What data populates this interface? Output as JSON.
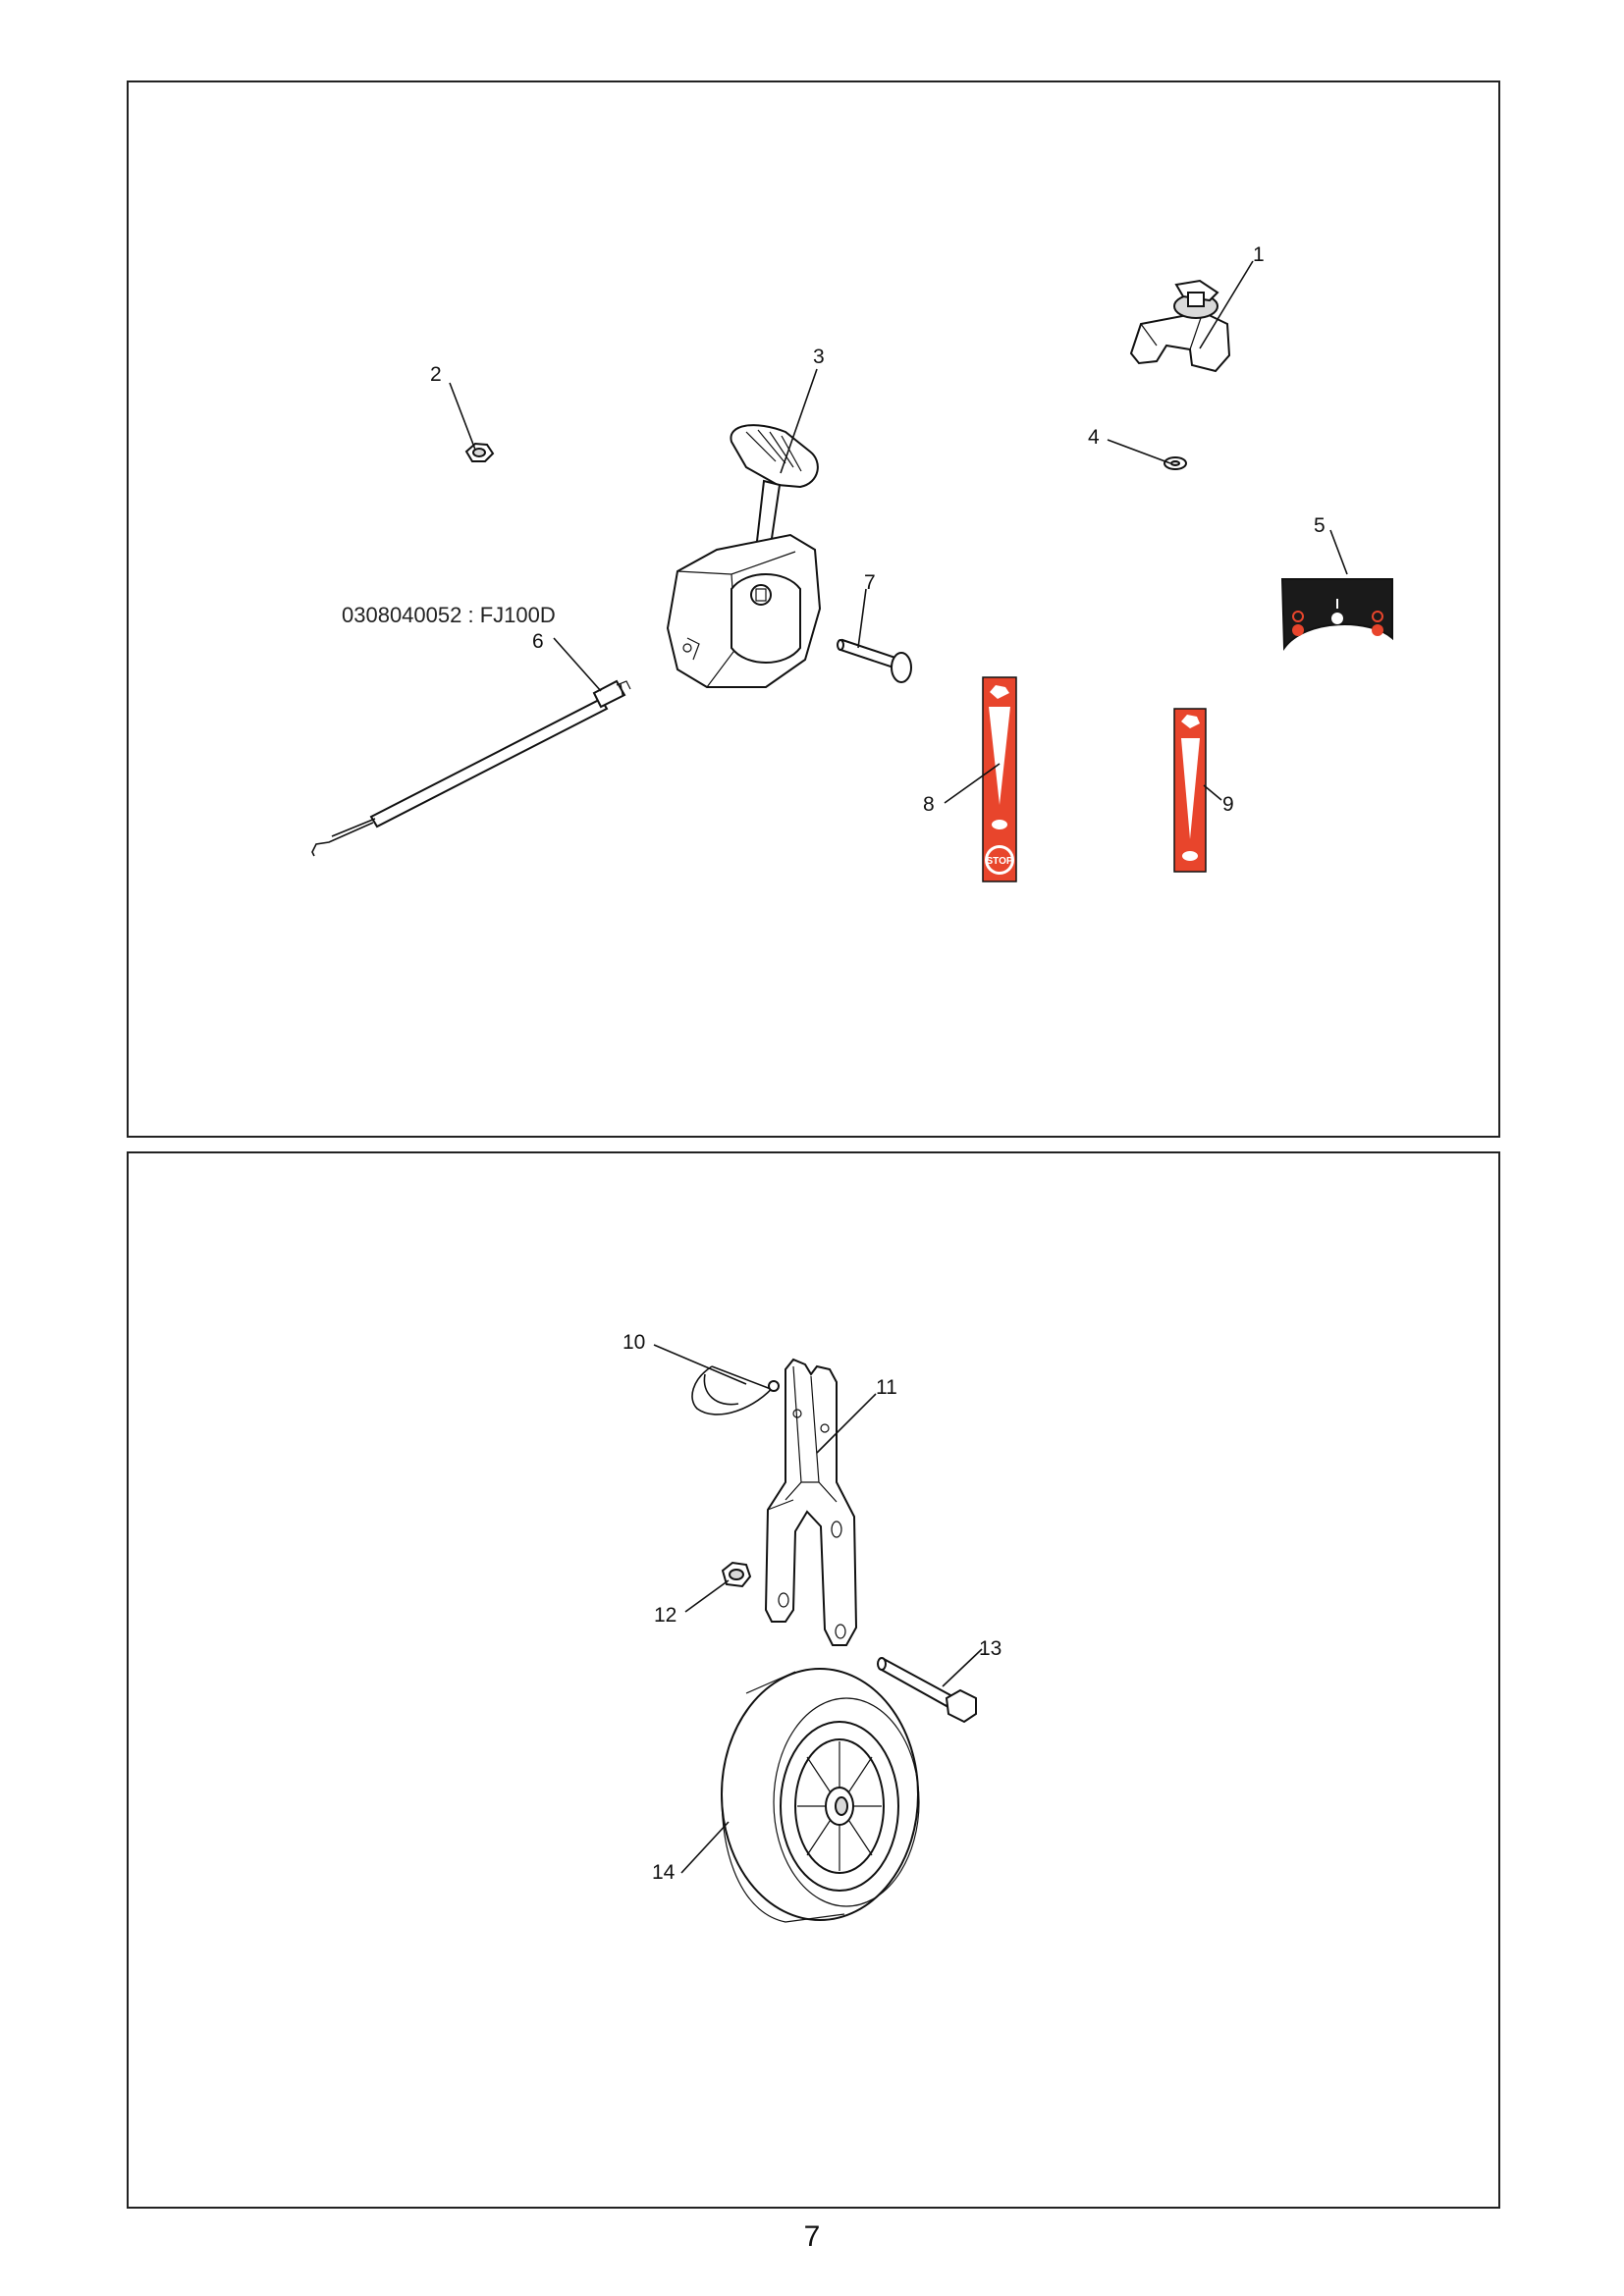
{
  "page_number": "7",
  "top_panel": {
    "model_caption": "0308040052 : FJ100D",
    "callouts": [
      "1",
      "2",
      "3",
      "4",
      "5",
      "6",
      "7",
      "8",
      "9"
    ],
    "stop_label": "STOP"
  },
  "bottom_panel": {
    "callouts": [
      "10",
      "11",
      "12",
      "13",
      "14"
    ]
  },
  "colors": {
    "decal_red": "#e8452c",
    "decal_black": "#1a1a1a",
    "line": "#111111"
  }
}
